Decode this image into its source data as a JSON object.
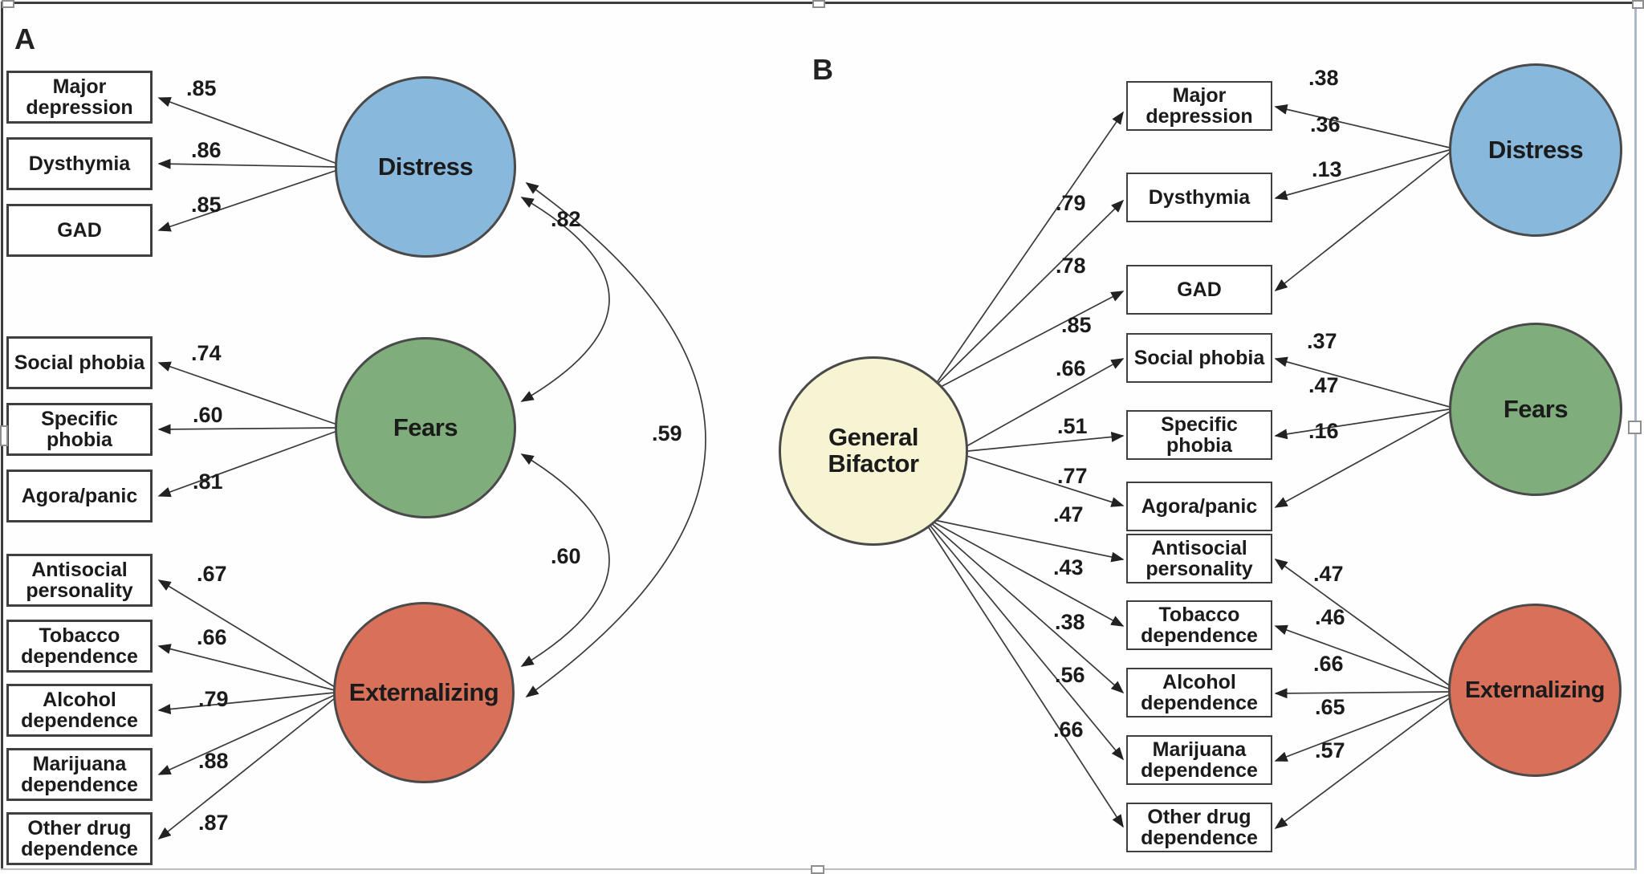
{
  "panelA": {
    "label": "A",
    "groups": [
      {
        "factor": "Distress",
        "color": "#88B8DC",
        "indicators": [
          {
            "label": "Major depression",
            "loading": ".85"
          },
          {
            "label": "Dysthymia",
            "loading": ".86"
          },
          {
            "label": "GAD",
            "loading": ".85"
          }
        ]
      },
      {
        "factor": "Fears",
        "color": "#7FAE7C",
        "indicators": [
          {
            "label": "Social phobia",
            "loading": ".74"
          },
          {
            "label": "Specific phobia",
            "loading": ".60"
          },
          {
            "label": "Agora/panic",
            "loading": ".81"
          }
        ]
      },
      {
        "factor": "Externalizing",
        "color": "#D8705A",
        "indicators": [
          {
            "label": "Antisocial personality",
            "loading": ".67"
          },
          {
            "label": "Tobacco dependence",
            "loading": ".66"
          },
          {
            "label": "Alcohol dependence",
            "loading": ".79"
          },
          {
            "label": "Marijuana dependence",
            "loading": ".88"
          },
          {
            "label": "Other drug dependence",
            "loading": ".87"
          }
        ]
      }
    ],
    "correlations": [
      {
        "pair": "Distress-Fears",
        "value": ".82"
      },
      {
        "pair": "Fears-Externalizing",
        "value": ".60"
      },
      {
        "pair": "Distress-Externalizing",
        "value": ".59"
      }
    ]
  },
  "panelB": {
    "label": "B",
    "general_factor": {
      "name": "General Bifactor",
      "color": "#F6F4D2"
    },
    "groups": [
      {
        "factor": "Distress",
        "color": "#88B8DC",
        "indicators": [
          {
            "label": "Major depression",
            "general_loading": ".79",
            "specific_loading": ".38"
          },
          {
            "label": "Dysthymia",
            "general_loading": ".78",
            "specific_loading": ".36"
          },
          {
            "label": "GAD",
            "general_loading": ".85",
            "specific_loading": ".13"
          }
        ]
      },
      {
        "factor": "Fears",
        "color": "#7FAE7C",
        "indicators": [
          {
            "label": "Social phobia",
            "general_loading": ".66",
            "specific_loading": ".37"
          },
          {
            "label": "Specific phobia",
            "general_loading": ".51",
            "specific_loading": ".47"
          },
          {
            "label": "Agora/panic",
            "general_loading": ".77",
            "specific_loading": ".16"
          }
        ]
      },
      {
        "factor": "Externalizing",
        "color": "#D8705A",
        "indicators": [
          {
            "label": "Antisocial personality",
            "general_loading": ".47",
            "specific_loading": ".47"
          },
          {
            "label": "Tobacco dependence",
            "general_loading": ".43",
            "specific_loading": ".46"
          },
          {
            "label": "Alcohol dependence",
            "general_loading": ".38",
            "specific_loading": ".66"
          },
          {
            "label": "Marijuana dependence",
            "general_loading": ".56",
            "specific_loading": ".65"
          },
          {
            "label": "Other drug dependence",
            "general_loading": ".66",
            "specific_loading": ".57"
          }
        ]
      }
    ]
  }
}
